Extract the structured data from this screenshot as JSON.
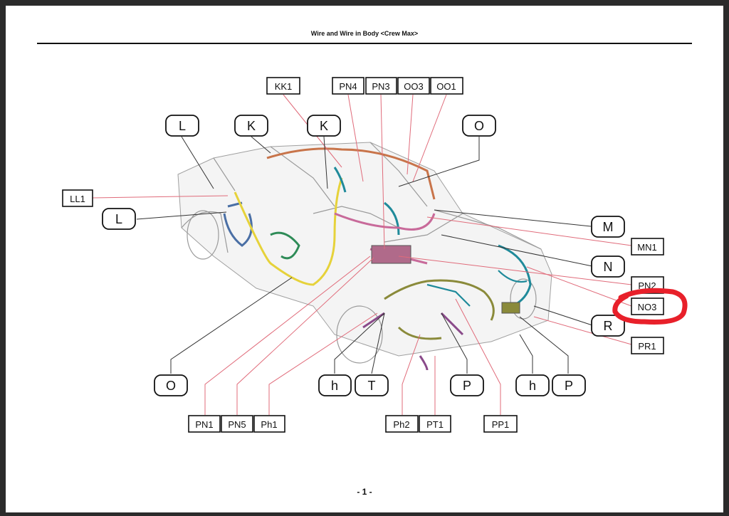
{
  "document": {
    "title": "Wire and Wire in Body <Crew Max>",
    "page_number": "- 1 -"
  },
  "labels": {
    "kk1": "KK1",
    "pn4": "PN4",
    "pn3": "PN3",
    "oo3": "OO3",
    "oo1": "OO1",
    "l_top": "L",
    "k_left": "K",
    "k_right": "K",
    "o_top": "O",
    "ll1": "LL1",
    "l_mid": "L",
    "m": "M",
    "mn1": "MN1",
    "n": "N",
    "pn2": "PN2",
    "no3": "NO3",
    "r": "R",
    "pr1": "PR1",
    "o_bottom": "O",
    "h_left": "h",
    "t": "T",
    "p_left": "P",
    "h_right": "h",
    "p_right": "P",
    "pn1": "PN1",
    "pn5": "PN5",
    "ph1": "Ph1",
    "ph2": "Ph2",
    "pt1": "PT1",
    "pp1": "PP1"
  },
  "highlight": {
    "target": "NO3",
    "color": "#e8202a"
  },
  "harness_colors": {
    "orange": "#c8744a",
    "blue": "#4a6fa5",
    "yellow": "#e6d23a",
    "green": "#2e8b57",
    "teal": "#1f8a9a",
    "pink": "#c86a9a",
    "olive": "#8a8a3a",
    "purple": "#8a4a8a"
  }
}
